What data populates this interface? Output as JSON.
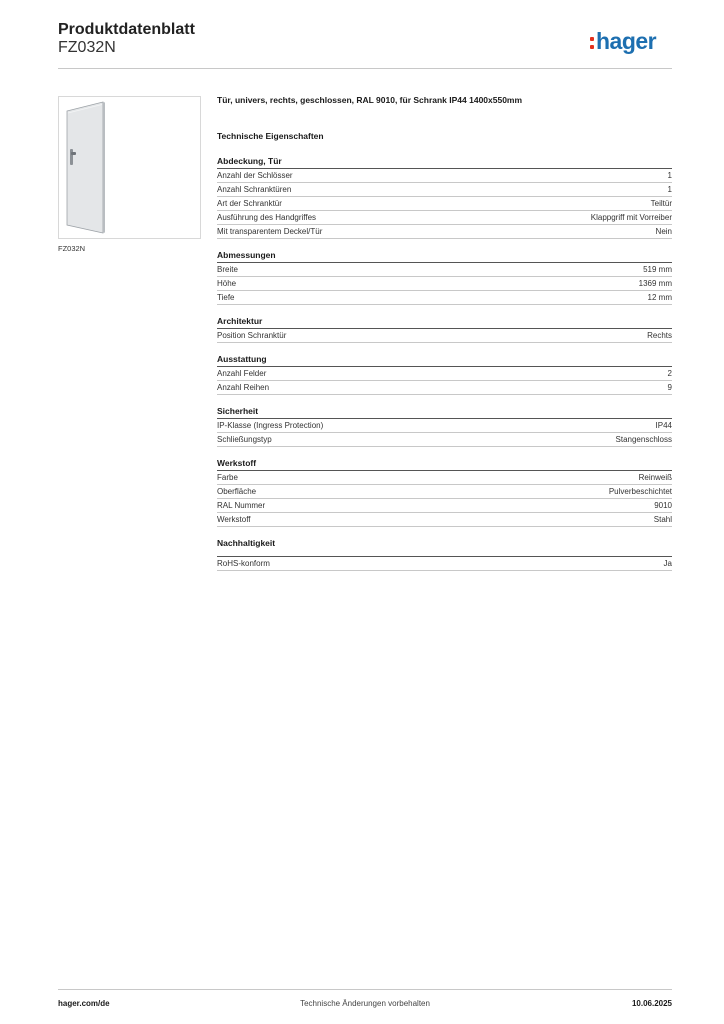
{
  "header": {
    "title": "Produktdatenblatt",
    "product_code": "FZ032N"
  },
  "brand": {
    "logo_text": "hager",
    "primary_color": "#1d6fb0",
    "accent_color": "#e2311d"
  },
  "image": {
    "caption": "FZ032N"
  },
  "description": "Tür, univers, rechts, geschlossen, RAL 9010, für Schrank IP44 1400x550mm",
  "properties_title": "Technische Eigenschaften",
  "sections": [
    {
      "title": "Abdeckung, Tür",
      "rows": [
        {
          "label": "Anzahl der Schlösser",
          "value": "1"
        },
        {
          "label": "Anzahl Schranktüren",
          "value": "1"
        },
        {
          "label": "Art der Schranktür",
          "value": "Teiltür"
        },
        {
          "label": "Ausführung des Handgriffes",
          "value": "Klappgriff mit Vorreiber"
        },
        {
          "label": "Mit transparentem Deckel/Tür",
          "value": "Nein"
        }
      ]
    },
    {
      "title": "Abmessungen",
      "rows": [
        {
          "label": "Breite",
          "value": "519 mm"
        },
        {
          "label": "Höhe",
          "value": "1369 mm"
        },
        {
          "label": "Tiefe",
          "value": "12 mm"
        }
      ]
    },
    {
      "title": "Architektur",
      "rows": [
        {
          "label": "Position Schranktür",
          "value": "Rechts"
        }
      ]
    },
    {
      "title": "Ausstattung",
      "rows": [
        {
          "label": "Anzahl Felder",
          "value": "2"
        },
        {
          "label": "Anzahl Reihen",
          "value": "9"
        }
      ]
    },
    {
      "title": "Sicherheit",
      "rows": [
        {
          "label": "IP-Klasse (Ingress Protection)",
          "value": "IP44"
        },
        {
          "label": "Schließungstyp",
          "value": "Stangenschloss"
        }
      ]
    },
    {
      "title": "Werkstoff",
      "rows": [
        {
          "label": "Farbe",
          "value": "Reinweiß"
        },
        {
          "label": "Oberfläche",
          "value": "Pulverbeschichtet"
        },
        {
          "label": "RAL Nummer",
          "value": "9010"
        },
        {
          "label": "Werkstoff",
          "value": "Stahl"
        }
      ]
    },
    {
      "title": "Nachhaltigkeit",
      "rows": [
        {
          "label": "RoHS-konform",
          "value": "Ja"
        }
      ]
    }
  ],
  "footer": {
    "website": "hager.com/de",
    "notice": "Technische Änderungen vorbehalten",
    "date": "10.06.2025"
  }
}
